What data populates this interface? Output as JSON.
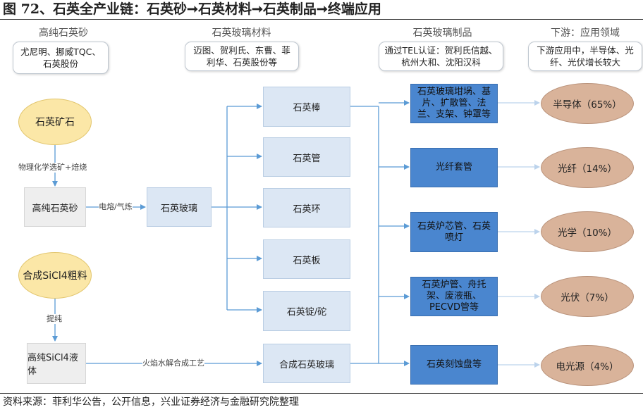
{
  "title": "图 72、石英全产业链：石英砂➞石英材料➞石英制品➞终端应用",
  "source": "资料来源：菲利华公告，公开信息，兴业证券经济与金融研究院整理",
  "headers": {
    "sand": "高纯石英砂",
    "material": "石英玻璃材料",
    "product": "石英玻璃制品",
    "downstream": "下游：应用领域"
  },
  "tiers": {
    "sand": "尤尼明、挪威TQC、石英股份",
    "material": "迈图、贺利氏、东曹、菲利华、石英股份等",
    "product": "通过TEL认证：贺利氏信越、杭州大和、沈阳汉科",
    "downstream": "下游应用中，半导体、光纤、光伏增长较大"
  },
  "nodes": {
    "ore": "石英矿石",
    "process1": "物理化学选矿+焙烧",
    "hp_sand": "高纯石英砂",
    "process2": "电熔/气炼",
    "glass": "石英玻璃",
    "sicl4": "合成SiCl4粗料",
    "process3": "提纯",
    "sicl4_liquid": "高纯SiCl4液体",
    "process4": "火焰水解合成工艺",
    "synth_glass": "合成石英玻璃"
  },
  "materials": [
    "石英棒",
    "石英管",
    "石英环",
    "石英板",
    "石英锭/砣"
  ],
  "products": [
    "石英玻璃坩埚、基片、扩散管、法兰、支架、钟罩等",
    "光纤套管",
    "石英炉芯管、石英喷灯",
    "石英炉管、舟托架、废液瓶、PECVD管等",
    "石英刻蚀盘等"
  ],
  "applications": [
    "半导体（65%）",
    "光纤（14%）",
    "光学（10%）",
    "光伏（7%）",
    "电光源（4%）"
  ],
  "colors": {
    "ore_fill": "#fbe7a7",
    "material_fill": "#dce7f4",
    "product_fill": "#4a86cf",
    "app_fill": "#d9b39a",
    "arrow": "#5b9bd5"
  }
}
